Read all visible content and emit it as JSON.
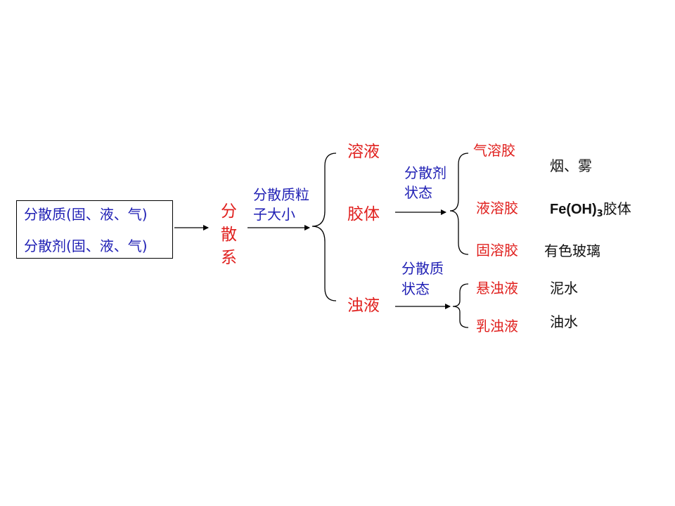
{
  "source": {
    "dispersed_phase": "分散质(固、液、气)",
    "dispersion_medium": "分散剂(固、液、气)"
  },
  "system": {
    "line1": "分",
    "line2": "散",
    "line3": "系"
  },
  "criteria": {
    "particle_size_line1": "分散质粒",
    "particle_size_line2": "子大小",
    "medium_state_line1": "分散剂",
    "medium_state_line2": "状态",
    "phase_state_line1": "分散质",
    "phase_state_line2": "状态"
  },
  "types": {
    "solution": "溶液",
    "colloid": "胶体",
    "turbid": "浊液"
  },
  "colloids": {
    "gas": "气溶胶",
    "liquid": "液溶胶",
    "solid": "固溶胶"
  },
  "turbids": {
    "suspension": "悬浊液",
    "emulsion": "乳浊液"
  },
  "examples": {
    "gas": "烟、雾",
    "liquid_formula_main": "Fe(OH)",
    "liquid_formula_sub": "3",
    "liquid_suffix": "胶体",
    "solid": "有色玻璃",
    "suspension": "泥水",
    "emulsion": "油水"
  },
  "colors": {
    "blue": "#1f1fb4",
    "red": "#e0201e",
    "black": "#111111"
  }
}
